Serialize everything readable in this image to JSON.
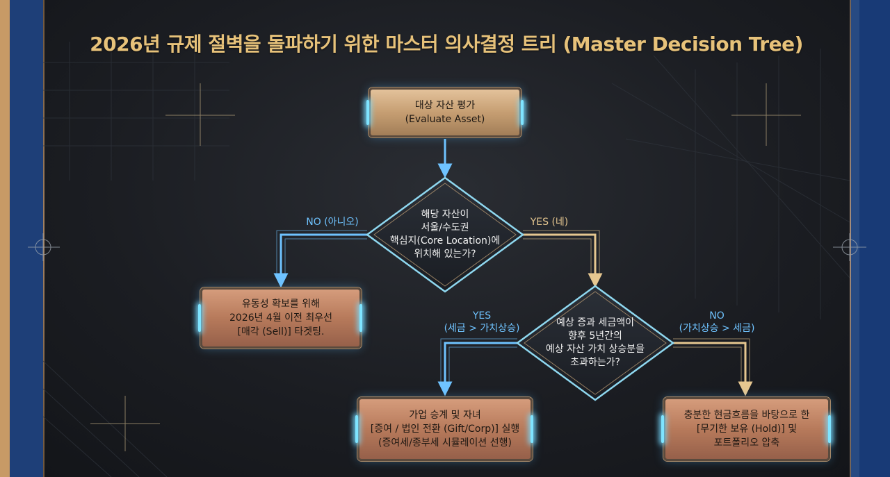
{
  "title": "2026년 규제 절벽을 돌파하기 위한 마스터 의사결정 트리 (Master Decision Tree)",
  "nodes": {
    "start": "대상 자산 평가\n(Evaluate Asset)",
    "decision1": "해당 자산이\n서울/수도권\n핵심지(Core Location)에\n위치해 있는가?",
    "sell": "유동성 확보를 위해\n2026년 4월 이전 최우선\n[매각 (Sell)] 타겟팅.",
    "decision2": "예상 증과 세금액이\n향후 5년간의\n예상 자산 가치 상승분을\n초과하는가?",
    "gift": "가업 승계 및 자녀\n[증여 / 법인 전환 (Gift/Corp)] 실행\n(증여세/종부세 시뮬레이션 선행)",
    "hold": "충분한 현금흐름을 바탕으로 한\n[무기한 보유 (Hold)] 및\n포트폴리오 압축"
  },
  "labels": {
    "no1": "NO (아니오)",
    "yes1": "YES (네)",
    "yes2": "YES\n(세금 > 가치상승)",
    "no2": "NO\n(가치상승 > 세금)"
  },
  "colors": {
    "title": "#e7c27a",
    "no_path": "#6fc3ff",
    "yes_path": "#e6c790",
    "diamond_fill": "#22262d",
    "glow": "#7fe4ff"
  }
}
